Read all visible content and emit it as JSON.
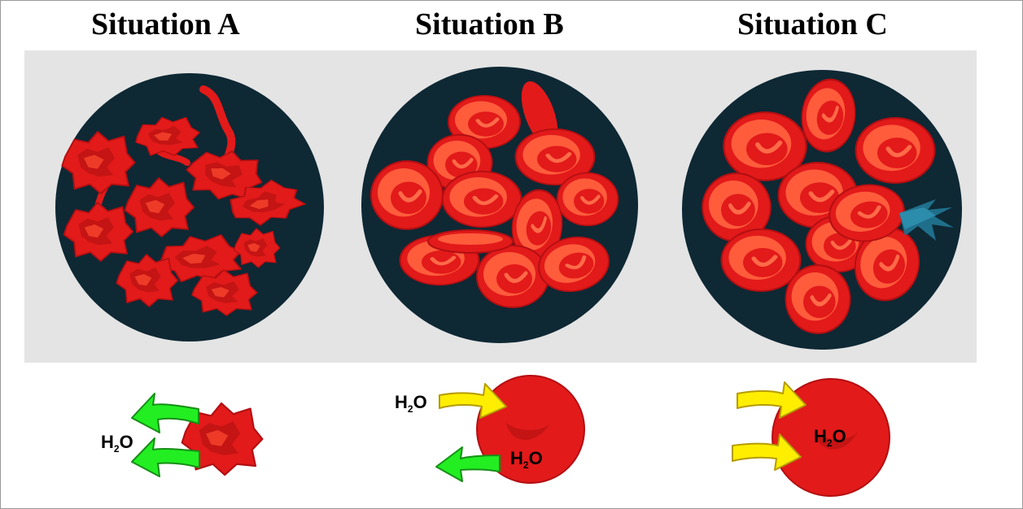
{
  "panels": [
    {
      "title": "Situation A"
    },
    {
      "title": "Situation B"
    },
    {
      "title": "Situation C"
    }
  ],
  "water_label": "H",
  "water_sub": "2",
  "water_tail": "O",
  "colors": {
    "background_panel": "#e4e4e4",
    "circle": "#0e2834",
    "cell": "#e41e1e",
    "cell_light": "#ff5a3a",
    "cell_dark": "#b80f12",
    "arrow_out": "#22ee22",
    "arrow_in": "#ffee00",
    "burst": "#1f6f8b"
  }
}
